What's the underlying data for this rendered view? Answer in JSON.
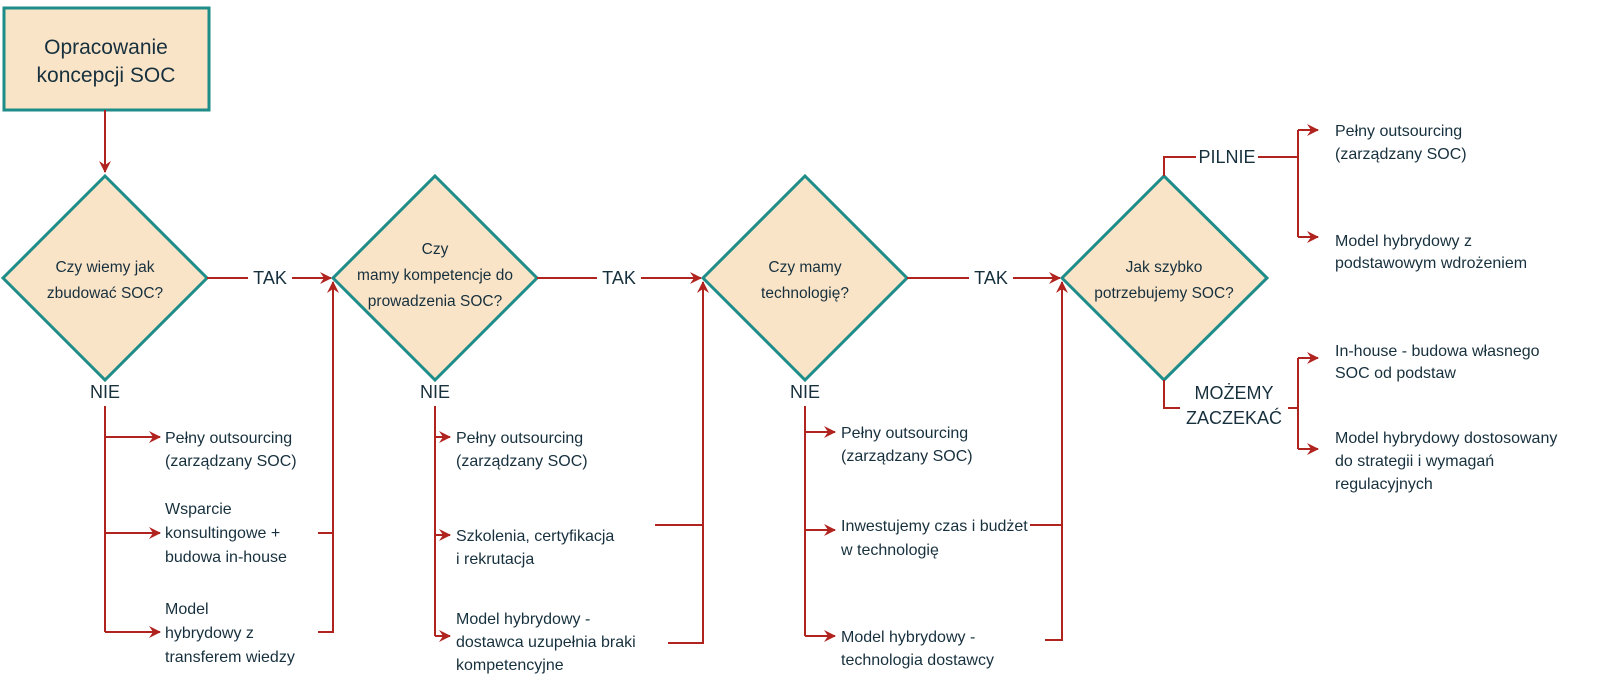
{
  "colors": {
    "fill": "#fae4c8",
    "border": "#1e8c88",
    "arrow": "#b0231f",
    "text": "#17303d"
  },
  "start": {
    "lines": [
      "Opracowanie",
      "koncepcji SOC"
    ]
  },
  "decisions": [
    {
      "lines": [
        "Czy wiemy jak",
        "zbudować SOC?"
      ],
      "yes": "TAK",
      "no": "NIE",
      "options": [
        [
          "Pełny outsourcing",
          "(zarządzany SOC)"
        ],
        [
          "Wsparcie",
          "konsultingowe +",
          "budowa in-house"
        ],
        [
          "Model",
          "hybrydowy z",
          "transferem wiedzy"
        ]
      ]
    },
    {
      "lines": [
        "Czy",
        "mamy kompetencje do",
        "prowadzenia SOC?"
      ],
      "yes": "TAK",
      "no": "NIE",
      "options": [
        [
          "Pełny outsourcing",
          "(zarządzany SOC)"
        ],
        [
          "Szkolenia, certyfikacja",
          "i rekrutacja"
        ],
        [
          "Model hybrydowy -",
          "dostawca uzupełnia braki",
          "kompetencyjne"
        ]
      ]
    },
    {
      "lines": [
        "Czy mamy",
        "technologię?"
      ],
      "yes": "TAK",
      "no": "NIE",
      "options": [
        [
          "Pełny outsourcing",
          "(zarządzany SOC)"
        ],
        [
          "Inwestujemy czas i budżet",
          "w technologię"
        ],
        [
          "Model hybrydowy -",
          "technologia dostawcy"
        ]
      ]
    },
    {
      "lines": [
        "Jak szybko",
        "potrzebujemy SOC?"
      ],
      "urgent": "PILNIE",
      "wait": [
        "MOŻEMY",
        "ZACZEKAĆ"
      ],
      "urgent_options": [
        [
          "Pełny outsourcing",
          "(zarządzany SOC)"
        ],
        [
          "Model hybrydowy z",
          "podstawowym wdrożeniem"
        ]
      ],
      "wait_options": [
        [
          "In-house - budowa własnego",
          "SOC od podstaw"
        ],
        [
          "Model hybrydowy dostosowany",
          "do strategii i wymagań",
          "regulacyjnych"
        ]
      ]
    }
  ]
}
